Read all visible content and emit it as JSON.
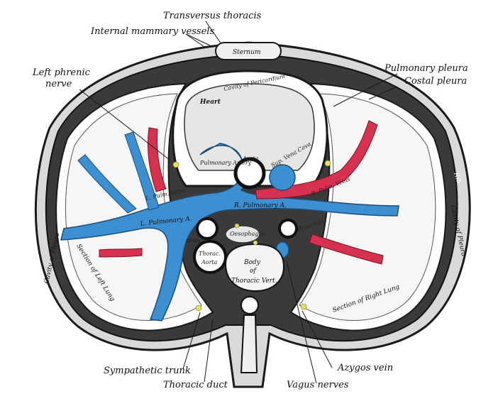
{
  "labels": {
    "transversus_thoracis": "Transversus thoracis",
    "internal_mammary_vessels": "Internal mammary vessels",
    "sternum": "Sternum",
    "left_phrenic_nerve_1": "Left phrenic",
    "left_phrenic_nerve_2": "nerve",
    "pulmonary_pleura": "Pulmonary pleura",
    "costal_pleura": "Costal pleura",
    "heart": "Heart",
    "cavity_of_pericardium": "Cavity of Pericardium",
    "aorta": "Aorta",
    "sup_vena_cava": "Sup. Vena Cava",
    "pulmonary_artery": "Pulmonary Artery",
    "l_pulm_veins": "L. Pulm. Veins",
    "r_pulm_veins": "R. Pulm. Veins",
    "r_pulmonary_a": "R. Pulmonary A.",
    "l_pulmonary_a": "L. Pulmonary A.",
    "oesophagus": "Oesophagus",
    "bronchus_left": "Bron.",
    "bronchus_right": "Bronchus",
    "thoracic_aorta_1": "Thorac.",
    "thoracic_aorta_2": "Aorta",
    "body_vert_1": "Body",
    "body_vert_2": "of",
    "body_vert_3": "Thoracic Vert.",
    "rib_left": "Rib",
    "rib_right": "Rib",
    "cavity_pleura_left": "Cavity of Pleura",
    "cavity_pleura_right": "Cavity of Pleura",
    "section_left_lung": "Section of Left Lung",
    "section_right_lung": "Section of Right Lung",
    "sympathetic_trunk": "Sympathetic trunk",
    "thoracic_duct": "Thoracic duct",
    "azygos_vein": "Azygos vein",
    "vagus_nerves": "Vagus nerves"
  },
  "colors": {
    "artery_blue": "#3c8fd0",
    "vein_red": "#d8314f",
    "nerve_yellow": "#e9e24a",
    "ink": "#1a1a1a",
    "tissue": "#f2f2f2"
  }
}
